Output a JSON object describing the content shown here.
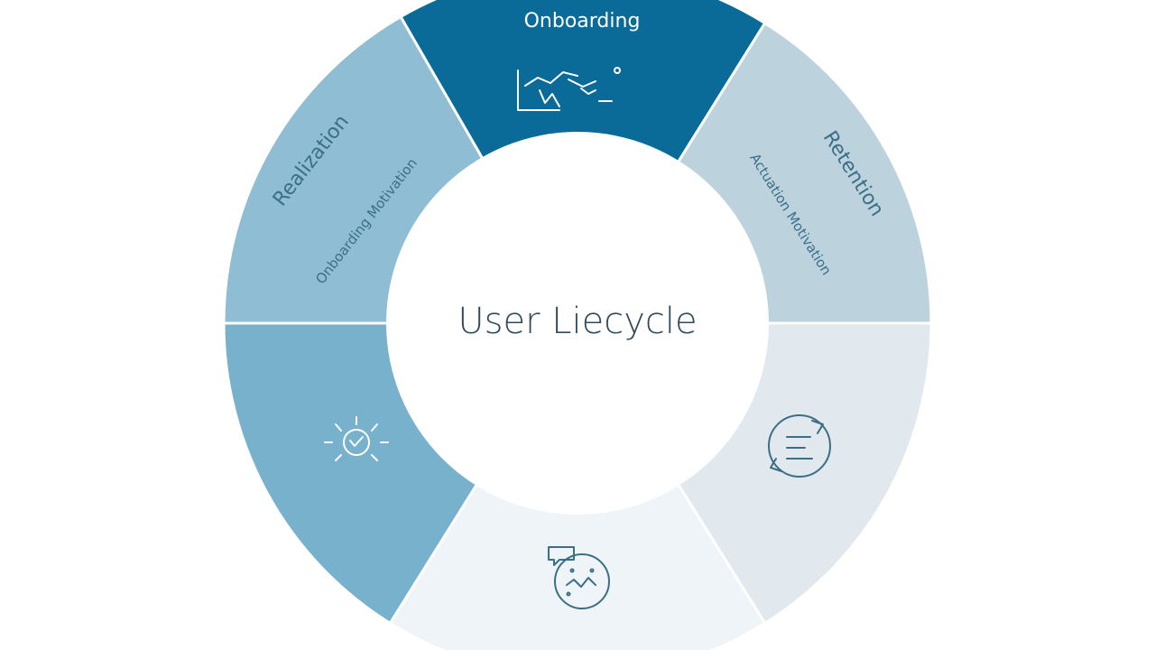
{
  "center": {
    "title": "User Liecycle"
  },
  "colors": {
    "background": "#ffffff",
    "onboarding": "#0b6b98",
    "retention": "#bcd2dd",
    "lower_right": "#e1e8ee",
    "bottom": "#eef4f8",
    "lower_left": "#77b1cb",
    "upper_left": "#8fbdd3",
    "dark_text": "#2f4a5a",
    "mid_text": "#3b6f87",
    "light_text": "#ffffff"
  },
  "segments": [
    {
      "id": "onboarding",
      "label": "Onboarding",
      "sub": "",
      "icon": "chart-sketch-icon"
    },
    {
      "id": "retention",
      "label": "Retention",
      "sub": "Actuation Motivation",
      "icon": ""
    },
    {
      "id": "lower-right",
      "label": "",
      "sub": "",
      "icon": "cycle-arrows-icon"
    },
    {
      "id": "bottom",
      "label": "",
      "sub": "",
      "icon": "chat-bubble-icon"
    },
    {
      "id": "lower-left",
      "label": "",
      "sub": "",
      "icon": "lightbulb-icon"
    },
    {
      "id": "upper-left",
      "label": "Realization",
      "sub": "Onboarding Motivation",
      "icon": ""
    }
  ]
}
